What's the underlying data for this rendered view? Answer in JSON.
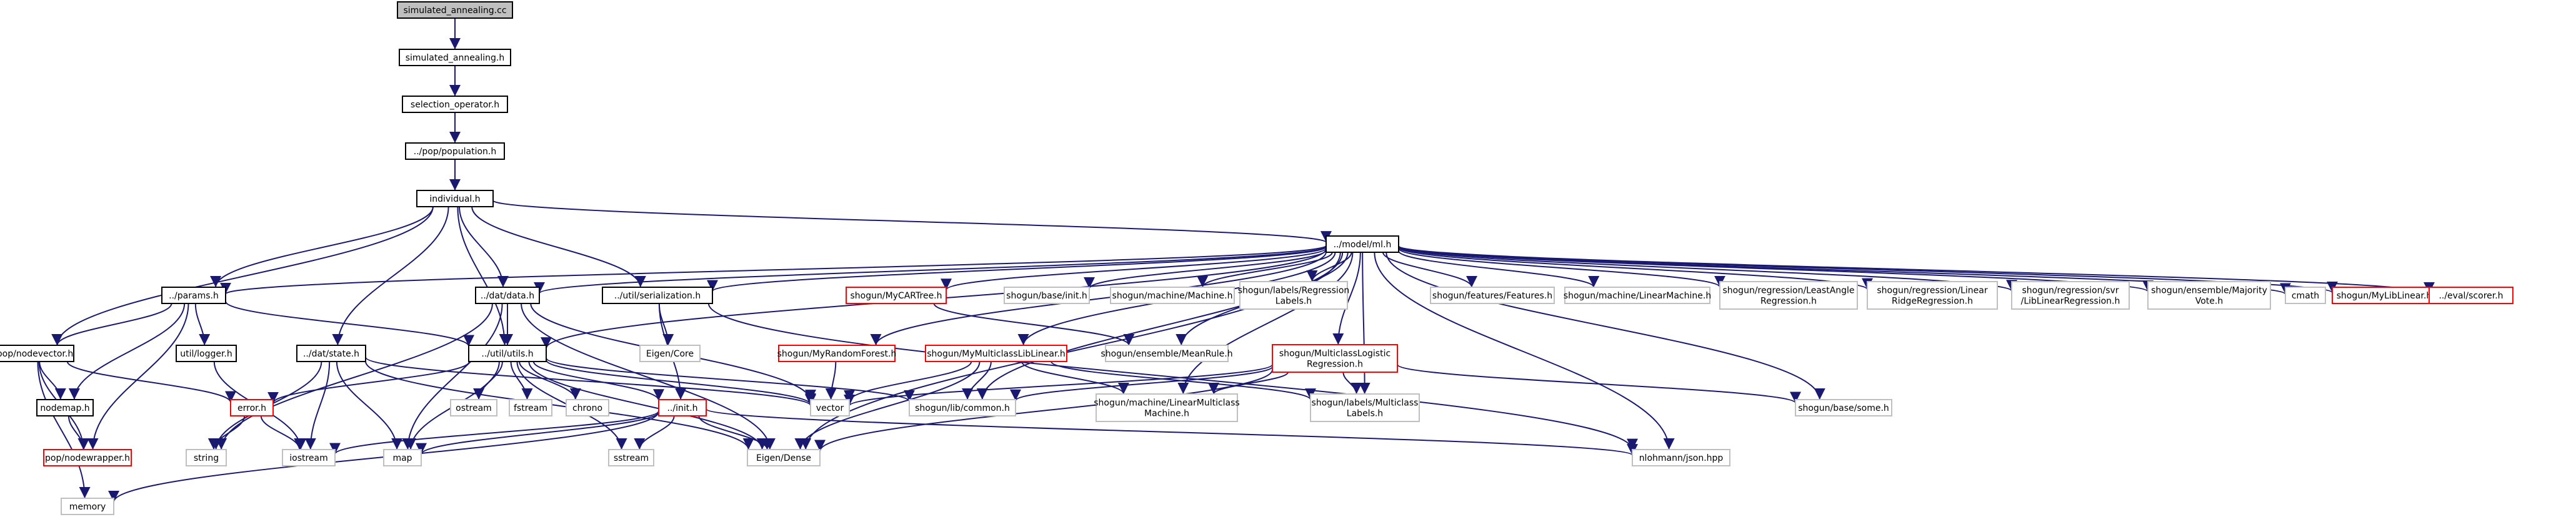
{
  "colors": {
    "edge": "#191970",
    "border_default": "#000000",
    "border_highlight": "#ff0000",
    "border_external": "#bfbfbf",
    "fill_root": "#bfbfbf",
    "fill_default": "#ffffff"
  },
  "graph": {
    "nodes": [
      {
        "id": "n_root",
        "label": "simulated_annealing.cc",
        "style": "root"
      },
      {
        "id": "n_sah",
        "label": "simulated_annealing.h",
        "style": "default"
      },
      {
        "id": "n_sel",
        "label": "selection_operator.h",
        "style": "default"
      },
      {
        "id": "n_pop",
        "label": "../pop/population.h",
        "style": "default"
      },
      {
        "id": "n_ind",
        "label": "individual.h",
        "style": "default"
      },
      {
        "id": "n_ml",
        "label": "../model/ml.h",
        "style": "default"
      },
      {
        "id": "n_params",
        "label": "../params.h",
        "style": "default"
      },
      {
        "id": "n_data",
        "label": "../dat/data.h",
        "style": "default"
      },
      {
        "id": "n_ser",
        "label": "../util/serialization.h",
        "style": "default"
      },
      {
        "id": "n_cart",
        "label": "shogun/MyCARTree.h",
        "style": "highlight"
      },
      {
        "id": "n_binit",
        "label": "shogun/base/init.h",
        "style": "external"
      },
      {
        "id": "n_mach",
        "label": "shogun/machine/Machine.h",
        "style": "external"
      },
      {
        "id": "n_reglab",
        "label": [
          "shogun/labels/Regression",
          "Labels.h"
        ],
        "style": "external"
      },
      {
        "id": "n_feat",
        "label": "shogun/features/Features.h",
        "style": "external"
      },
      {
        "id": "n_linm",
        "label": "shogun/machine/LinearMachine.h",
        "style": "external"
      },
      {
        "id": "n_lar",
        "label": [
          "shogun/regression/LeastAngle",
          "Regression.h"
        ],
        "style": "external"
      },
      {
        "id": "n_lrr",
        "label": [
          "shogun/regression/Linear",
          "RidgeRegression.h"
        ],
        "style": "external"
      },
      {
        "id": "n_svr",
        "label": [
          "shogun/regression/svr",
          "/LibLinearRegression.h"
        ],
        "style": "external"
      },
      {
        "id": "n_mvote",
        "label": [
          "shogun/ensemble/Majority",
          "Vote.h"
        ],
        "style": "external"
      },
      {
        "id": "n_cmath",
        "label": "cmath",
        "style": "external"
      },
      {
        "id": "n_mylib",
        "label": "shogun/MyLibLinear.h",
        "style": "highlight"
      },
      {
        "id": "n_scorer",
        "label": "../eval/scorer.h",
        "style": "highlight"
      },
      {
        "id": "n_nvec",
        "label": "pop/nodevector.h",
        "style": "default"
      },
      {
        "id": "n_utils",
        "label": "../util/utils.h",
        "style": "default"
      },
      {
        "id": "n_logger",
        "label": "util/logger.h",
        "style": "default"
      },
      {
        "id": "n_state",
        "label": "../dat/state.h",
        "style": "default"
      },
      {
        "id": "n_eigcore",
        "label": "Eigen/Core",
        "style": "external"
      },
      {
        "id": "n_myrf",
        "label": "shogun/MyRandomForest.h",
        "style": "highlight"
      },
      {
        "id": "n_mymcll",
        "label": "shogun/MyMulticlassLibLinear.h",
        "style": "highlight"
      },
      {
        "id": "n_meanrule",
        "label": "shogun/ensemble/MeanRule.h",
        "style": "external"
      },
      {
        "id": "n_mclogreg",
        "label": [
          "shogun/MulticlassLogistic",
          "Regression.h"
        ],
        "style": "highlight"
      },
      {
        "id": "n_nodemap",
        "label": "nodemap.h",
        "style": "default"
      },
      {
        "id": "n_error",
        "label": "error.h",
        "style": "highlight"
      },
      {
        "id": "n_ostream",
        "label": "ostream",
        "style": "external"
      },
      {
        "id": "n_fstream",
        "label": "fstream",
        "style": "external"
      },
      {
        "id": "n_chrono",
        "label": "chrono",
        "style": "external"
      },
      {
        "id": "n_vector",
        "label": "vector",
        "style": "external"
      },
      {
        "id": "n_common",
        "label": "shogun/lib/common.h",
        "style": "external"
      },
      {
        "id": "n_lmcm",
        "label": [
          "shogun/machine/LinearMulticlass",
          "Machine.h"
        ],
        "style": "external"
      },
      {
        "id": "n_mclab",
        "label": [
          "shogun/labels/Multiclass",
          "Labels.h"
        ],
        "style": "external"
      },
      {
        "id": "n_some",
        "label": "shogun/base/some.h",
        "style": "external"
      },
      {
        "id": "n_init",
        "label": "../init.h",
        "style": "highlight"
      },
      {
        "id": "n_nwrap",
        "label": "pop/nodewrapper.h",
        "style": "highlight"
      },
      {
        "id": "n_string",
        "label": "string",
        "style": "external"
      },
      {
        "id": "n_iostream",
        "label": "iostream",
        "style": "external"
      },
      {
        "id": "n_map",
        "label": "map",
        "style": "external"
      },
      {
        "id": "n_sstream",
        "label": "sstream",
        "style": "external"
      },
      {
        "id": "n_eigden",
        "label": "Eigen/Dense",
        "style": "external"
      },
      {
        "id": "n_json",
        "label": "nlohmann/json.hpp",
        "style": "external"
      },
      {
        "id": "n_memory",
        "label": "memory",
        "style": "external"
      }
    ],
    "edges": [
      [
        "n_root",
        "n_sah"
      ],
      [
        "n_sah",
        "n_sel"
      ],
      [
        "n_sel",
        "n_pop"
      ],
      [
        "n_pop",
        "n_ind"
      ],
      [
        "n_ind",
        "n_ml"
      ],
      [
        "n_ind",
        "n_params"
      ],
      [
        "n_ind",
        "n_data"
      ],
      [
        "n_ind",
        "n_ser"
      ],
      [
        "n_ind",
        "n_nvec"
      ],
      [
        "n_ind",
        "n_utils"
      ],
      [
        "n_ind",
        "n_state"
      ],
      [
        "n_ml",
        "n_params"
      ],
      [
        "n_ml",
        "n_data"
      ],
      [
        "n_ml",
        "n_ser"
      ],
      [
        "n_ml",
        "n_cart"
      ],
      [
        "n_ml",
        "n_binit"
      ],
      [
        "n_ml",
        "n_mach"
      ],
      [
        "n_ml",
        "n_reglab"
      ],
      [
        "n_ml",
        "n_feat"
      ],
      [
        "n_ml",
        "n_linm"
      ],
      [
        "n_ml",
        "n_lar"
      ],
      [
        "n_ml",
        "n_lrr"
      ],
      [
        "n_ml",
        "n_svr"
      ],
      [
        "n_ml",
        "n_mvote"
      ],
      [
        "n_ml",
        "n_cmath"
      ],
      [
        "n_ml",
        "n_mylib"
      ],
      [
        "n_ml",
        "n_scorer"
      ],
      [
        "n_ml",
        "n_utils"
      ],
      [
        "n_ml",
        "n_myrf"
      ],
      [
        "n_ml",
        "n_mymcll"
      ],
      [
        "n_ml",
        "n_meanrule"
      ],
      [
        "n_ml",
        "n_mclogreg"
      ],
      [
        "n_ml",
        "n_common"
      ],
      [
        "n_ml",
        "n_lmcm"
      ],
      [
        "n_ml",
        "n_mclab"
      ],
      [
        "n_ml",
        "n_some"
      ],
      [
        "n_ml",
        "n_eigden"
      ],
      [
        "n_ml",
        "n_json"
      ],
      [
        "n_params",
        "n_nvec"
      ],
      [
        "n_params",
        "n_utils"
      ],
      [
        "n_params",
        "n_logger"
      ],
      [
        "n_params",
        "n_nodemap"
      ],
      [
        "n_params",
        "n_nwrap"
      ],
      [
        "n_data",
        "n_utils"
      ],
      [
        "n_data",
        "n_vector"
      ],
      [
        "n_data",
        "n_map"
      ],
      [
        "n_data",
        "n_string"
      ],
      [
        "n_data",
        "n_eigden"
      ],
      [
        "n_ser",
        "n_eigcore"
      ],
      [
        "n_ser",
        "n_init"
      ],
      [
        "n_ser",
        "n_json"
      ],
      [
        "n_cart",
        "n_meanrule"
      ],
      [
        "n_nvec",
        "n_nodemap"
      ],
      [
        "n_nvec",
        "n_nwrap"
      ],
      [
        "n_nvec",
        "n_memory"
      ],
      [
        "n_nvec",
        "n_error"
      ],
      [
        "n_utils",
        "n_error"
      ],
      [
        "n_utils",
        "n_ostream"
      ],
      [
        "n_utils",
        "n_fstream"
      ],
      [
        "n_utils",
        "n_chrono"
      ],
      [
        "n_utils",
        "n_vector"
      ],
      [
        "n_utils",
        "n_common"
      ],
      [
        "n_utils",
        "n_init"
      ],
      [
        "n_utils",
        "n_sstream"
      ],
      [
        "n_utils",
        "n_map"
      ],
      [
        "n_utils",
        "n_eigden"
      ],
      [
        "n_logger",
        "n_iostream"
      ],
      [
        "n_state",
        "n_vector"
      ],
      [
        "n_state",
        "n_map"
      ],
      [
        "n_state",
        "n_iostream"
      ],
      [
        "n_state",
        "n_string"
      ],
      [
        "n_state",
        "n_eigden"
      ],
      [
        "n_myrf",
        "n_vector"
      ],
      [
        "n_mymcll",
        "n_vector"
      ],
      [
        "n_mymcll",
        "n_common"
      ],
      [
        "n_mymcll",
        "n_lmcm"
      ],
      [
        "n_mymcll",
        "n_mclab"
      ],
      [
        "n_mymcll",
        "n_eigden"
      ],
      [
        "n_mclogreg",
        "n_vector"
      ],
      [
        "n_mclogreg",
        "n_common"
      ],
      [
        "n_mclogreg",
        "n_lmcm"
      ],
      [
        "n_mclogreg",
        "n_mclab"
      ],
      [
        "n_mclogreg",
        "n_some"
      ],
      [
        "n_mclogreg",
        "n_eigden"
      ],
      [
        "n_nodemap",
        "n_nwrap"
      ],
      [
        "n_error",
        "n_string"
      ],
      [
        "n_error",
        "n_iostream"
      ],
      [
        "n_init",
        "n_map"
      ],
      [
        "n_init",
        "n_memory"
      ],
      [
        "n_init",
        "n_eigden"
      ],
      [
        "n_init",
        "n_sstream"
      ],
      [
        "n_init",
        "n_iostream"
      ],
      [
        "n_init",
        "n_json"
      ]
    ]
  }
}
